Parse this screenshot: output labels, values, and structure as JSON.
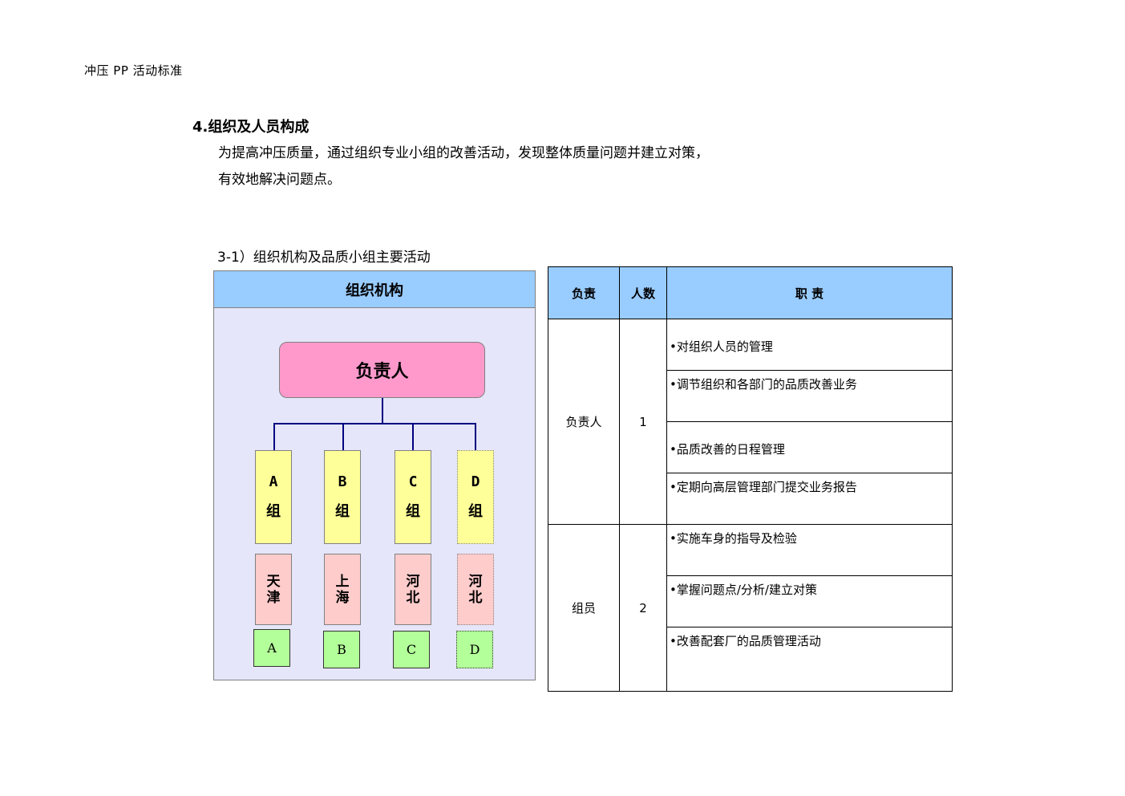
{
  "header": "冲压 PP 活动标准",
  "section": {
    "title": "4.组织及人员构成",
    "paragraph_lines": [
      "为提高冲压质量，通过组织专业小组的改善活动，发现整体质量问题并建立对策，",
      "有效地解决问题点。"
    ],
    "subtitle": "3-1）组织机构及品质小组主要活动"
  },
  "org_chart": {
    "title": "组织机构",
    "leader": "负责人",
    "groups": [
      {
        "line1": "A",
        "line2": "组",
        "city1": "天",
        "city2": "津",
        "tag": "A"
      },
      {
        "line1": "B",
        "line2": "组",
        "city1": "上",
        "city2": "海",
        "tag": "B"
      },
      {
        "line1": "C",
        "line2": "组",
        "city1": "河",
        "city2": "北",
        "tag": "C"
      },
      {
        "line1": "D",
        "line2": "组",
        "city1": "河",
        "city2": "北",
        "tag": "D"
      }
    ]
  },
  "duty_table": {
    "headers": [
      "负责",
      "人数",
      "职 责"
    ],
    "rows": [
      {
        "role": "负责人",
        "count": "1",
        "duties": [
          "•对组织人员的管理",
          "•调节组织和各部门的品质改善业务",
          "•品质改善的日程管理",
          "•定期向高层管理部门提交业务报告"
        ]
      },
      {
        "role": "组员",
        "count": "2",
        "duties": [
          "•实施车身的指导及检验",
          "•掌握问题点/分析/建立对策",
          "•改善配套厂的品质管理活动"
        ]
      }
    ]
  },
  "colors": {
    "header_blue": "#99ccff",
    "panel_bg": "#e6e6fa",
    "leader_pink": "#ff99cc",
    "group_yellow": "#ffff99",
    "city_pink": "#ffcccc",
    "tag_green": "#b3ff99",
    "connector_navy": "#000080"
  }
}
